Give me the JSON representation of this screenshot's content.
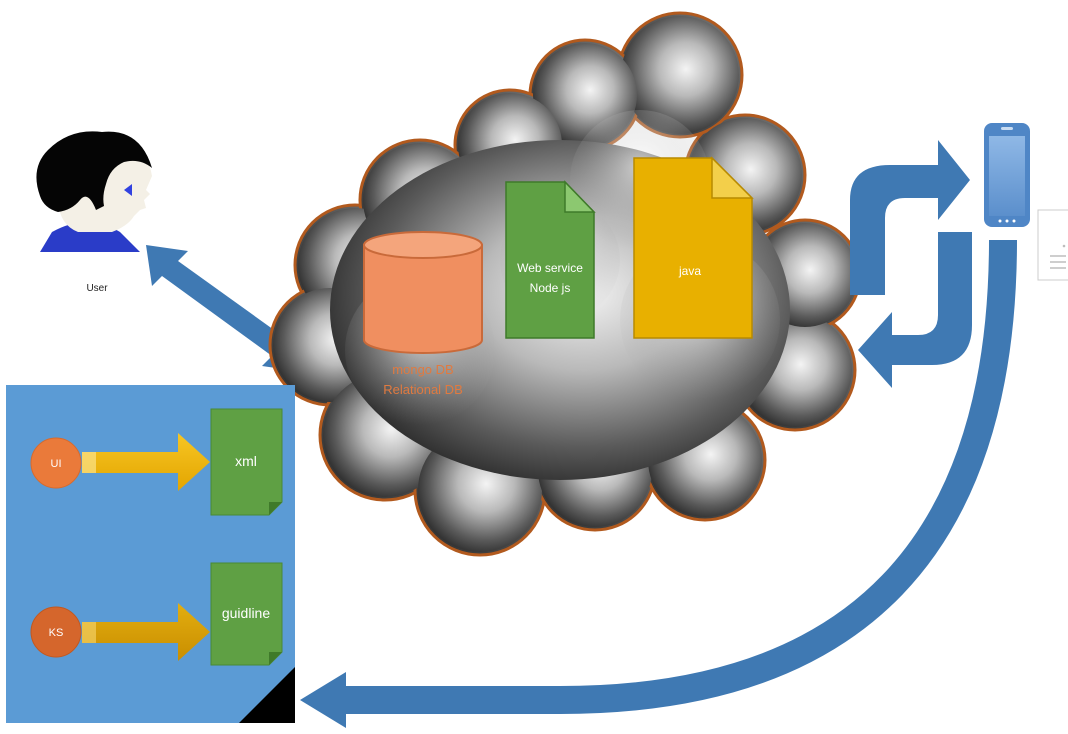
{
  "diagram": {
    "user": {
      "label": "User"
    },
    "cloud": {
      "database": {
        "line1": "mongo DB",
        "line2": "Relational DB"
      },
      "web_service": {
        "line1": "Web service",
        "line2": "Node js"
      },
      "java": {
        "label": "java"
      }
    },
    "panel": {
      "ui_node": "UI",
      "xml_doc": "xml",
      "ks_node": "KS",
      "guideline_doc": "guidline"
    }
  },
  "colors": {
    "panel_blue": "#5b9bd5",
    "arrow_blue": "#3f79b3",
    "doc_green": "#5fa044",
    "db_orange": "#f08f60",
    "java_gold": "#e8b000",
    "node_orange": "#ea7a3a",
    "arrow_gold": "#f1b800",
    "cloud_stroke": "#b25a1e"
  }
}
